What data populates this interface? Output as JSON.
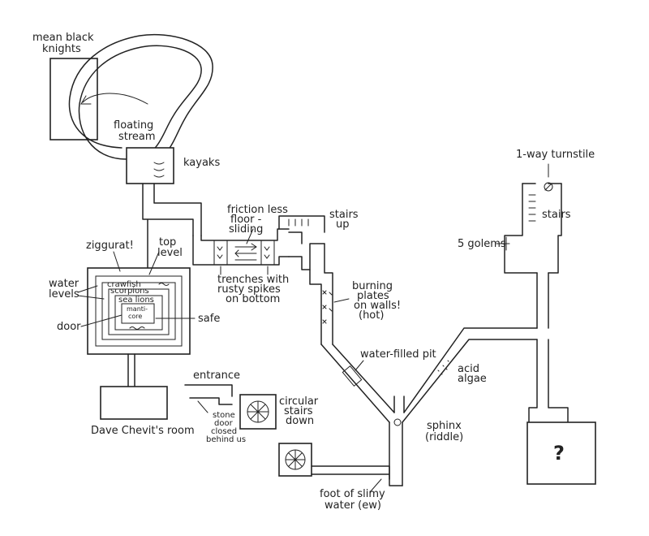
{
  "labels": {
    "knights": [
      "mean black",
      "knights"
    ],
    "stream": [
      "floating",
      "stream"
    ],
    "kayaks": "kayaks",
    "ziggurat": "ziggurat!",
    "top_level": [
      "top",
      "level"
    ],
    "water_levels": [
      "water",
      "levels"
    ],
    "door": "door",
    "safe": "safe",
    "ring_crawfish": "crawfish",
    "ring_scorpions": "scorpions",
    "ring_sealions": "sea lions",
    "ring_manticore": [
      "manti-",
      "core"
    ],
    "frictionless": [
      "friction less",
      "floor -",
      "sliding"
    ],
    "trenches": [
      "trenches with",
      "rusty spikes",
      "on bottom"
    ],
    "stairs_up": [
      "stairs",
      "up"
    ],
    "burning": [
      "burning",
      "plates",
      "on walls!",
      "(hot)"
    ],
    "water_pit": "water-filled pit",
    "acid": [
      "acid",
      "algae"
    ],
    "sphinx": [
      "sphinx",
      "(riddle)"
    ],
    "question": "?",
    "turnstile": "1-way turnstile",
    "stairs": "stairs",
    "golems": "5 golems",
    "entrance": "entrance",
    "circular_stairs": [
      "circular",
      "stairs",
      "down"
    ],
    "stone_door": [
      "stone",
      "door",
      "closed",
      "behind us"
    ],
    "dave": "Dave Chevit's room",
    "slimy": [
      "foot of slimy",
      "water (ew)"
    ]
  }
}
